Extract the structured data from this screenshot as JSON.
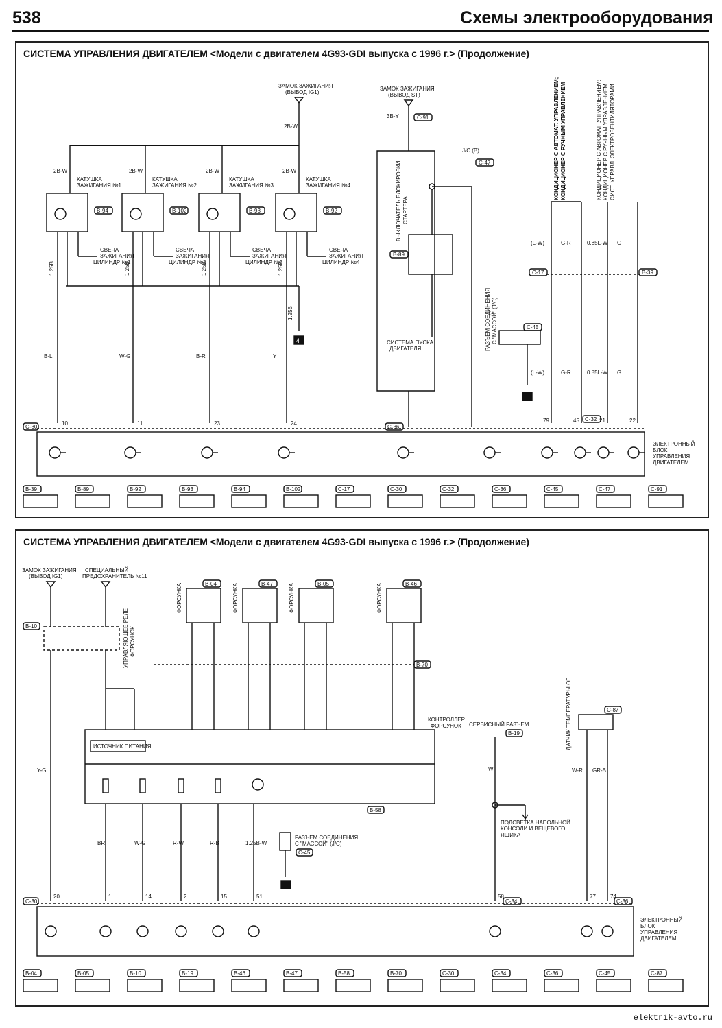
{
  "page_number": "538",
  "page_title": "Схемы электрооборудования",
  "watermark": "elektrik-avto.ru",
  "diagram1": {
    "title": "СИСТЕМА УПРАВЛЕНИЯ ДВИГАТЕЛЕМ <Модели с двигателем 4G93-GDI выпуска с 1996 г.> (Продолжение)",
    "ign_switch_ig1": [
      "ЗАМОК ЗАЖИГАНИЯ",
      "(ВЫВОД IG1)"
    ],
    "ign_switch_st": [
      "ЗАМОК ЗАЖИГАНИЯ",
      "(ВЫВОД ST)"
    ],
    "coils": [
      {
        "label": [
          "КАТУШКА",
          "ЗАЖИГАНИЯ №1"
        ],
        "conn": "B-94",
        "spark": [
          "СВЕЧА",
          "ЗАЖИГАНИЯ",
          "ЦИЛИНДР №1"
        ],
        "wire": "B-L",
        "pin": "10"
      },
      {
        "label": [
          "КАТУШКА",
          "ЗАЖИГАНИЯ №2"
        ],
        "conn": "B-102",
        "spark": [
          "СВЕЧА",
          "ЗАЖИГАНИЯ",
          "ЦИЛИНДР №2"
        ],
        "wire": "W-G",
        "pin": "11"
      },
      {
        "label": [
          "КАТУШКА",
          "ЗАЖИГАНИЯ №3"
        ],
        "conn": "B-93",
        "spark": [
          "СВЕЧА",
          "ЗАЖИГАНИЯ",
          "ЦИЛИНДР №3"
        ],
        "wire": "B-R",
        "pin": "23"
      },
      {
        "label": [
          "КАТУШКА",
          "ЗАЖИГАНИЯ №4"
        ],
        "conn": "B-92",
        "spark": [
          "СВЕЧА",
          "ЗАЖИГАНИЯ",
          "ЦИЛИНДР №4"
        ],
        "wire": "Y",
        "pin": "24"
      }
    ],
    "wire_2bw": "2B-W",
    "wire_125b": "1.25B",
    "ground_id": "4",
    "starter_switch": [
      "ВЫКЛЮЧАТЕЛЬ БЛОКИРОВКИ",
      "СТАРТЕРА"
    ],
    "starter_system": [
      "СИСТЕМА ПУСКА",
      "ДВИГАТЕЛЯ"
    ],
    "jc_label": "J/C (B)",
    "jc_conn": "C-47",
    "ground_conn_label": [
      "РАЗЪЕМ СОЕДИНЕНИЯ",
      "С \"МАССОЙ\" (J/C)"
    ],
    "st_wire": "3B-Y",
    "st_conn": "C-91",
    "b89": "B-89",
    "c45": "C-45",
    "c17": "C-17",
    "b39": "B-39",
    "c30": "C-30",
    "c32": "C-32",
    "c36": "C-36",
    "ac_labels": [
      "КОНДИЦИОНЕР С АВТОМАТ. УПРАВЛЕНИЕМ;",
      "КОНДИЦИОНЕР С РУЧНЫМ УПРАВЛЕНИЕМ",
      "КОНДИЦИОНЕР С АВТОМАТ. УПРАВЛЕНИЕМ;",
      "КОНДИЦИОНЕР С РУЧНЫМ УПРАВЛЕНИЕМ",
      "СИСТ. УПРАВЛ. ЭЛЕКТРОВЕНТИЛЯТОРАМИ"
    ],
    "ecu": [
      "ЭЛЕКТРОННЫЙ",
      "БЛОК",
      "УПРАВЛЕНИЯ",
      "ДВИГАТЕЛЕМ"
    ],
    "wires_right": [
      "(L-W)",
      "G-R",
      "0.85L-W",
      "G"
    ],
    "pins_right": [
      "79",
      "45",
      "21",
      "22"
    ],
    "connectors_row": [
      "B-39",
      "B-89",
      "B-92",
      "B-93",
      "B-94",
      "B-102",
      "C-17",
      "C-30",
      "C-32",
      "C-36",
      "C-45",
      "C-47",
      "C-91"
    ]
  },
  "diagram2": {
    "title": "СИСТЕМА УПРАВЛЕНИЯ ДВИГАТЕЛЕМ <Модели с двигателем 4G93-GDI выпуска с 1996 г.> (Продолжение)",
    "ign_switch_ig1": [
      "ЗАМОК ЗАЖИГАНИЯ",
      "(ВЫВОД IG1)"
    ],
    "fuse": [
      "СПЕЦИАЛЬНЫЙ",
      "ПРЕДОХРАНИТЕЛЬ №11"
    ],
    "relay": [
      "УПРАВЛЯЮЩЕЕ РЕЛЕ",
      "ФОРСУНОК"
    ],
    "relay_conn": "B-10",
    "injector": "ФОРСУНКА",
    "injector_conns": [
      "B-04",
      "B-47",
      "B-05",
      "B-46"
    ],
    "b70": "B-70",
    "controller": [
      "КОНТРОЛЛЕР",
      "ФОРСУНОК"
    ],
    "power_source": "ИСТОЧНИК ПИТАНИЯ",
    "service_conn": "СЕРВИСНЫЙ РАЗЪЕМ",
    "b19": "B-19",
    "temp_sensor": "ДАТЧИК ТЕМПЕРАТУРЫ ОГ",
    "c87": "C-87",
    "console": [
      "ПОДСВЕТКА НАПОЛЬНОЙ",
      "КОНСОЛИ И ВЕЩЕВОГО",
      "ЯЩИКА"
    ],
    "ground_conn_label": [
      "РАЗЪЕМ СОЕДИНЕНИЯ",
      "С \"МАССОЙ\" (J/C)"
    ],
    "c45": "C-45",
    "b58": "B-58",
    "c30": "C-30",
    "c34": "C-34",
    "c36": "C-36",
    "ecu": [
      "ЭЛЕКТРОННЫЙ",
      "БЛОК",
      "УПРАВЛЕНИЯ",
      "ДВИГАТЕЛЕМ"
    ],
    "bottom_wires": [
      "Y-G",
      "BR",
      "W-G",
      "R-W",
      "R-B",
      "1.25B-W",
      "W",
      "W-R",
      "GR-B"
    ],
    "bottom_pins": [
      "20",
      "1",
      "14",
      "2",
      "15",
      "51",
      "58",
      "77",
      "74"
    ],
    "connectors_row": [
      "B-04",
      "B-05",
      "B-10",
      "B-19",
      "B-46",
      "B-47",
      "B-58",
      "B-70",
      "C-30",
      "C-34",
      "C-36",
      "C-45",
      "C-87"
    ]
  }
}
